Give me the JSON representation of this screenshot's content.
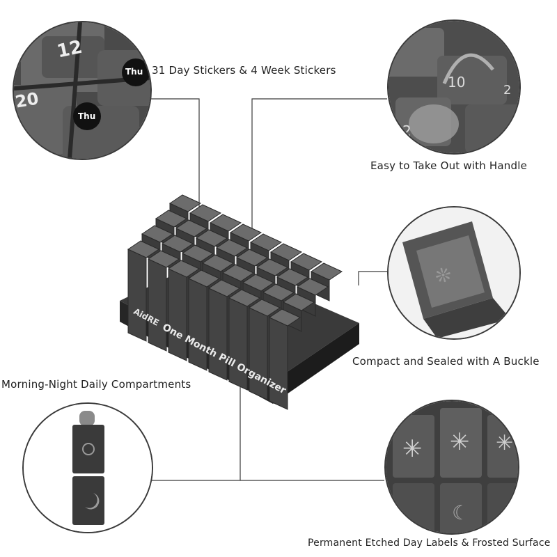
{
  "features": {
    "stickers": "31 Day Stickers & 4 Week Stickers",
    "handle": "Easy to Take Out with Handle",
    "sealed": "Compact and Sealed with A Buckle",
    "compartments": "Morning-Night Daily Compartments",
    "etched": "Permanent Etched Day Labels & Frosted Surface"
  },
  "product": {
    "brand": "AidRE",
    "name": "One Month Pill Organizer"
  },
  "stickers_detail": {
    "day_12": "12",
    "day_20": "20",
    "week_a": "Thu",
    "week_b": "Thu"
  },
  "colors": {
    "case_dark": "#2f2f2f",
    "case_mid": "#5a5a5a",
    "case_light": "#8a8a8a",
    "line": "#3a3a3a"
  }
}
